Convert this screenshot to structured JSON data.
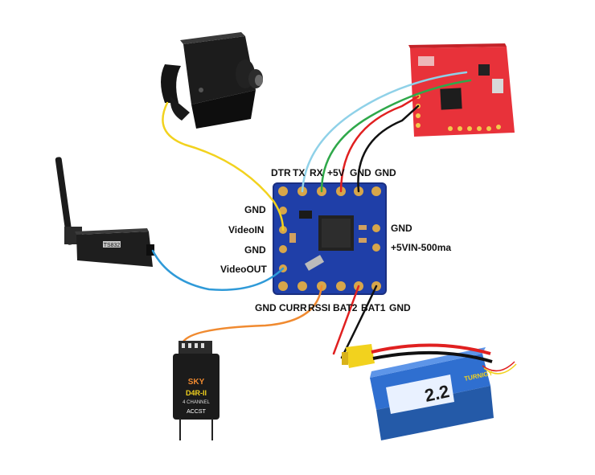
{
  "top_pins": {
    "dtr": "DTR",
    "tx": "TX",
    "rx": "RX",
    "v5": "+5V",
    "gnd1": "GND",
    "gnd2": "GND"
  },
  "left_pins": {
    "gnd_top": "GND",
    "video_in": "VideoIN",
    "gnd_mid": "GND",
    "video_out": "VideoOUT"
  },
  "right_pins": {
    "gnd": "GND",
    "v5in": "+5VIN-500ma"
  },
  "bottom_pins": {
    "gnd": "GND",
    "curr": "CURR",
    "rssi": "RSSI",
    "bat2": "BAT2",
    "bat1": "BAT1",
    "gnd2": "GND"
  },
  "transmitter": {
    "model": "TS832"
  },
  "receiver": {
    "brand": "SKY",
    "model": "D4R-II",
    "subtitle": "4 CHANNEL",
    "tag": "ACCST"
  },
  "battery": {
    "label": "2.2",
    "brand": "TURNIGY"
  },
  "colors": {
    "yellow_wire": "#f2d21e",
    "blue_wire": "#2f9ad8",
    "cyan_wire": "#8fd1e8",
    "green_wire": "#2fa84a",
    "red_wire": "#e02020",
    "black_wire": "#111111",
    "orange_wire": "#f08a30",
    "osd_board": "#1f3fa8",
    "fc_board": "#e8323a",
    "battery": "#2f6fd0"
  }
}
